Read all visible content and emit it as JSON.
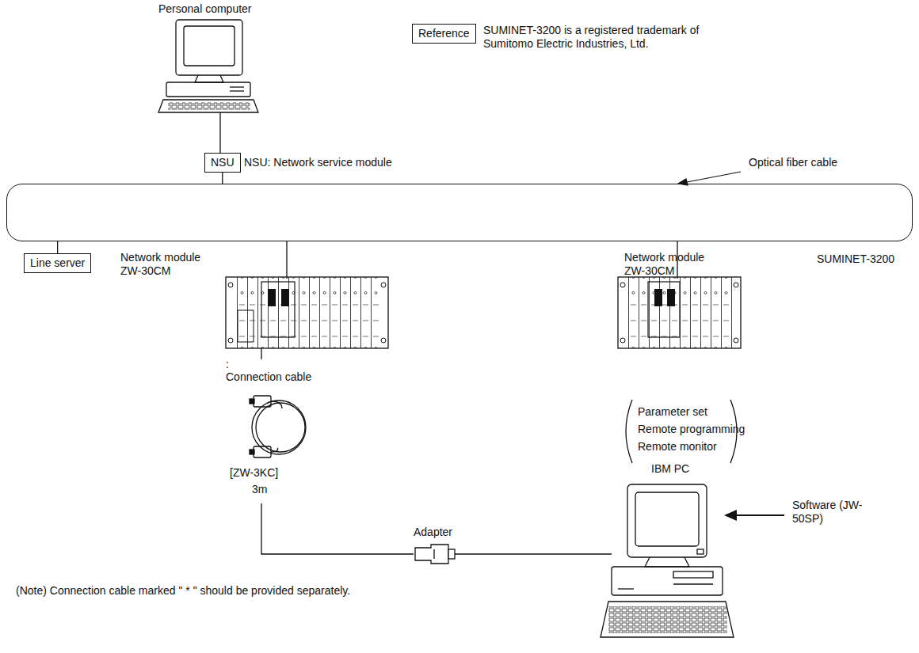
{
  "diagram": {
    "nodes": [
      {
        "text": [
          "NSU"
        ]
      },
      {
        "text": [
          "Reference"
        ]
      },
      {
        "text": [
          "SUMINET-3200"
        ]
      },
      {
        "text": [
          "Line server"
        ]
      }
    ],
    "edges": [
      {
        "from": 0,
        "to": 2,
        "arrow": "none"
      },
      {
        "from": 2,
        "to": 3,
        "arrow": "none"
      }
    ],
    "labels": [
      "Personal computer",
      "SUMINET-3200 is a registered trademark of Sumitomo Electric Industries, Ltd.",
      "NSU: Network service module",
      "Optical fiber cable",
      "Network module ZW-30CM",
      "Network module ZW-30CM",
      ":",
      "Connection cable",
      "[ZW-3KC]",
      "3m",
      "Parameter set",
      "Remote programming",
      "Remote monitor",
      "IBM PC",
      "Software (JW-50SP)",
      "Adapter",
      "(Note) Connection cable marked \" * \" should be provided separately."
    ]
  }
}
